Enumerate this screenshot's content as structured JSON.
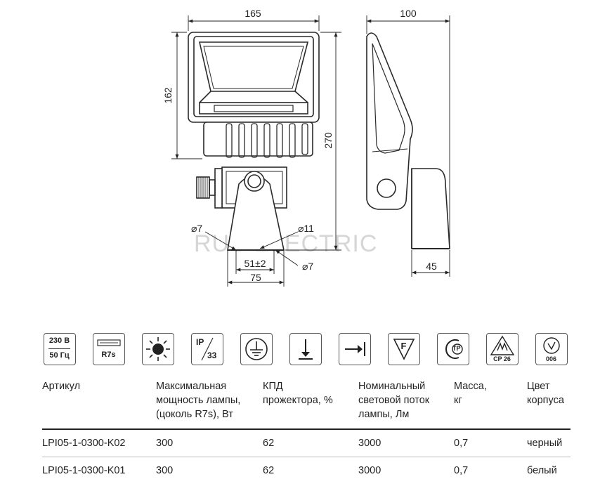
{
  "drawing": {
    "front": {
      "width_label": "165",
      "height_label": "162",
      "total_height_label": "270",
      "hole_small_left": "⌀7",
      "hole_large": "⌀11",
      "hole_small_right": "⌀7",
      "hole_spacing": "51±2",
      "base_width": "75"
    },
    "side": {
      "depth_label": "100",
      "base_depth_label": "45"
    },
    "watermark": "RUS ELECTRIC"
  },
  "icons": [
    {
      "name": "voltage",
      "line1": "230 В",
      "line2": "50 Гц"
    },
    {
      "name": "lamp-base",
      "label": "R7s"
    },
    {
      "name": "light-source"
    },
    {
      "name": "ip-rating",
      "top": "IP",
      "bottom": "33"
    },
    {
      "name": "protective-earth"
    },
    {
      "name": "mounting-down"
    },
    {
      "name": "mounting-side"
    },
    {
      "name": "f-mark",
      "label": "F"
    },
    {
      "name": "gost-tp",
      "label": "TP"
    },
    {
      "name": "certification",
      "label": "CP 26"
    },
    {
      "name": "class",
      "label": "006"
    }
  ],
  "table": {
    "headers": [
      "Артикул",
      "Максимальная\nмощность лампы,\n(цоколь R7s), Вт",
      "КПД\nпрожектора, %",
      "Номинальный\nсветовой поток\nлампы, Лм",
      "Масса,\nкг",
      "Цвет\nкорпуса"
    ],
    "rows": [
      [
        "LPI05-1-0300-K02",
        "300",
        "62",
        "3000",
        "0,7",
        "черный"
      ],
      [
        "LPI05-1-0300-K01",
        "300",
        "62",
        "3000",
        "0,7",
        "белый"
      ]
    ]
  }
}
